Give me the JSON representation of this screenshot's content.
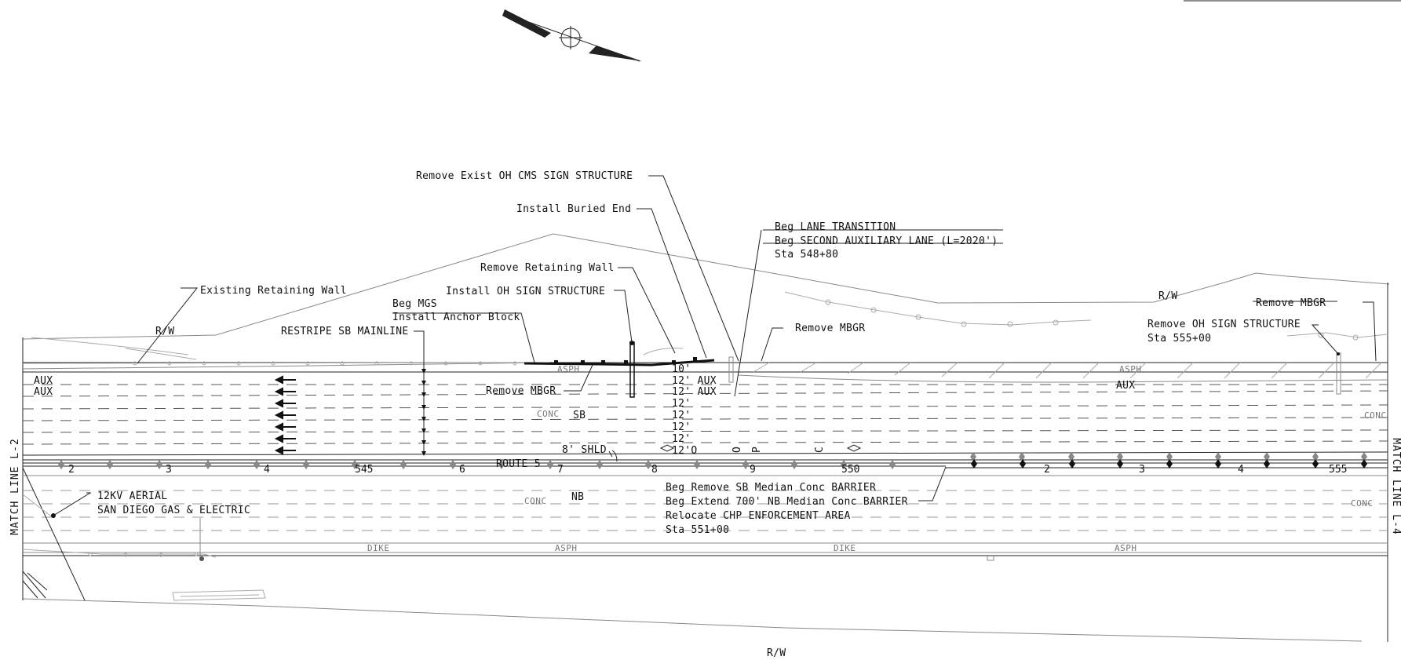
{
  "plan": {
    "callouts": {
      "remove_cms": "Remove Exist OH CMS SIGN STRUCTURE",
      "install_buried_end": "Install Buried End",
      "beg_lane_transition": "Beg LANE TRANSITION",
      "beg_second_aux": "Beg SECOND AUXILIARY LANE (L=2020')",
      "sta_548": "Sta 548+80",
      "remove_retaining_wall": "Remove Retaining Wall",
      "existing_retaining_wall": "Existing Retaining Wall",
      "install_oh_sign": "Install  OH SIGN STRUCTURE",
      "beg_mgs": "Beg MGS",
      "install_anchor_block": "Install Anchor Block",
      "restripe_sb": "RESTRIPE SB MAINLINE",
      "remove_mbgr_top": "Remove MBGR",
      "remove_mbgr_right": "Remove MBGR",
      "remove_mbgr_mid": "Remove MBGR",
      "remove_oh_sign": "Remove OH SIGN STRUCTURE",
      "sta_555": "Sta 555+00",
      "aerial_12kv": "12KV AERIAL",
      "sdge": "SAN DIEGO GAS & ELECTRIC",
      "beg_remove_median": "Beg Remove SB Median Conc BARRIER",
      "beg_extend_nb": "Beg Extend 700' NB Median Conc BARRIER",
      "relocate_chp": "Relocate CHP ENFORCEMENT AREA",
      "sta_551": "Sta 551+00"
    },
    "labels": {
      "rw_top_left": "R/W",
      "rw_top_right": "R/W",
      "rw_bottom": "R/W",
      "aux_1": "AUX",
      "aux_2": "AUX",
      "aux_right": "AUX",
      "sb": "SB",
      "nb": "NB",
      "route": "ROUTE 5",
      "shld": "8' SHLD",
      "match_left": "MATCH LINE L-2",
      "match_right": "MATCH LINE L-4",
      "letter_o": "O",
      "letter_p": "P",
      "letter_c": "C"
    },
    "lane_widths": [
      "10'",
      "12' AUX",
      "12' AUX",
      "12'",
      "12'",
      "12'",
      "12'",
      "12'O"
    ],
    "surface_labels": {
      "asph_1": "ASPH",
      "asph_2": "ASPH",
      "asph_3": "ASPH",
      "asph_4": "ASPH",
      "conc_sb": "CONC",
      "conc_nb": "CONC",
      "conc_right_1": "CONC",
      "conc_right_2": "CONC",
      "dike_1": "DIKE",
      "dike_2": "DIKE"
    },
    "stations": {
      "t2": "2",
      "t3": "3",
      "t4": "4",
      "s545": "545",
      "t6": "6",
      "t7": "7",
      "t8": "8",
      "t9": "9",
      "s550": "550",
      "t2b": "2",
      "t3b": "3",
      "t4b": "4",
      "s555": "555"
    }
  }
}
